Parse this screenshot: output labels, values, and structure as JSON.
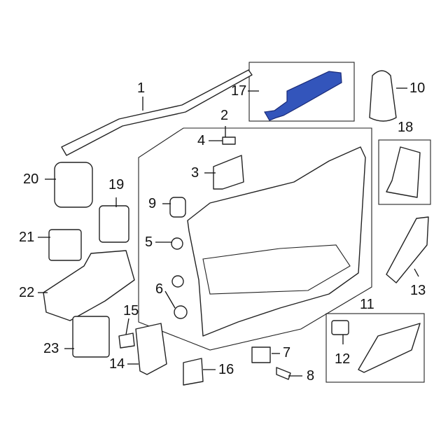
{
  "diagram": {
    "highlight_color": "#3355bb",
    "callouts": [
      "1",
      "2",
      "3",
      "4",
      "5",
      "6",
      "7",
      "8",
      "9",
      "10",
      "11",
      "12",
      "13",
      "14",
      "15",
      "16",
      "17",
      "18",
      "19",
      "20",
      "21",
      "22",
      "23"
    ]
  }
}
